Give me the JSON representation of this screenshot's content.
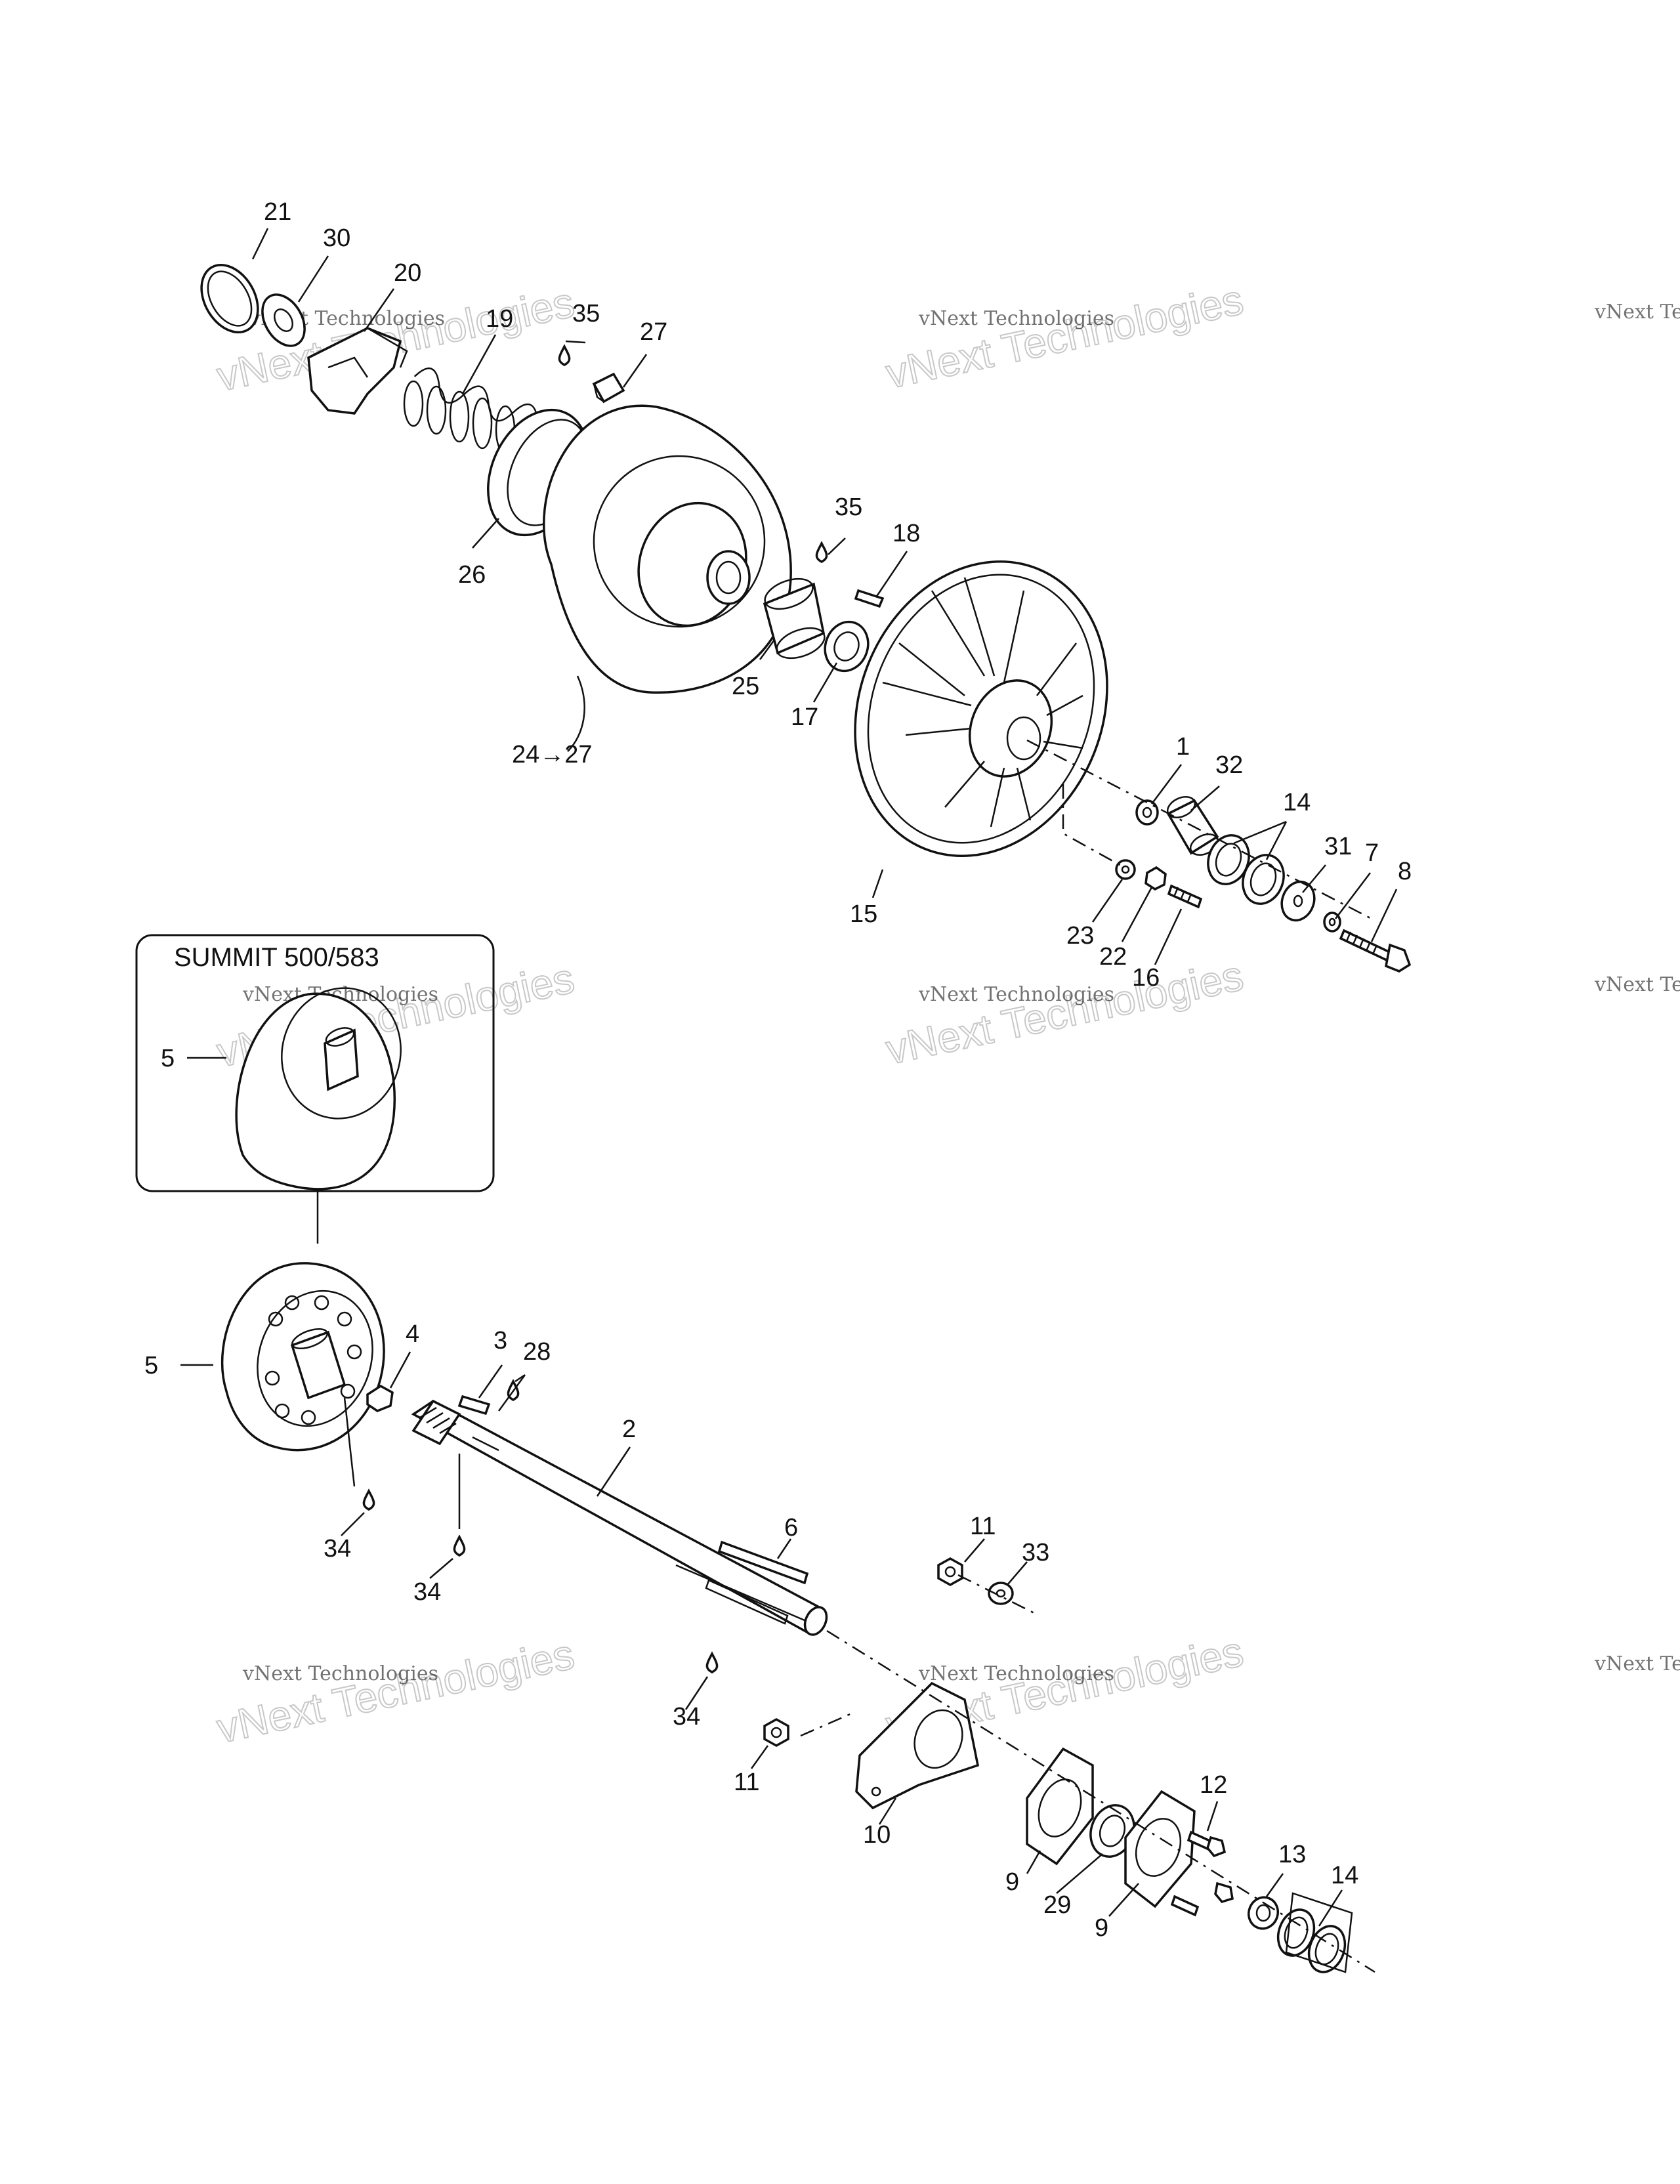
{
  "inset_box": {
    "title": "SUMMIT 500/583"
  },
  "watermark": {
    "small": "vNext Technologies",
    "large": "vNext Technologies"
  },
  "labels": {
    "p21": "21",
    "p30": "30",
    "p20": "20",
    "p19": "19",
    "p35a": "35",
    "p27": "27",
    "p26": "26",
    "p35b": "35",
    "p18": "18",
    "p25": "25",
    "p17": "17",
    "p2427": "24→27",
    "p1": "1",
    "p32": "32",
    "p14a": "14",
    "p31": "31",
    "p7": "7",
    "p8": "8",
    "p15": "15",
    "p23": "23",
    "p22": "22",
    "p16": "16",
    "p5box": "5",
    "p5": "5",
    "p4": "4",
    "p3": "3",
    "p28": "28",
    "p2": "2",
    "p34a": "34",
    "p34b": "34",
    "p6": "6",
    "p11a": "11",
    "p33": "33",
    "p34c": "34",
    "p11b": "11",
    "p10": "10",
    "p12": "12",
    "p9a": "9",
    "p29": "29",
    "p9b": "9",
    "p13": "13",
    "p14b": "14"
  },
  "icons": [
    "grease-drop-icon"
  ]
}
